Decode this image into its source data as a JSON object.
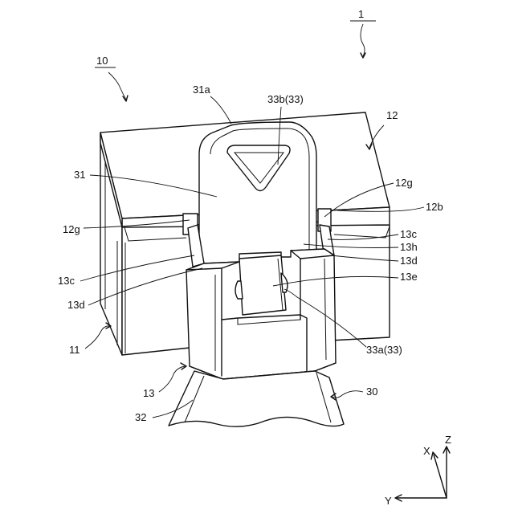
{
  "figure": {
    "labels": {
      "assembly": "1",
      "unit": "10",
      "pull_tab": "31a",
      "tab_hole": "33b(33)",
      "lid": "12",
      "strap": "31",
      "lid_slot_right": "12g",
      "lid_edge": "12b",
      "lid_slot_left": "12g",
      "holder_rib_right": "13c",
      "holder_hole": "13h",
      "holder_wall_right": "13d",
      "holder_window": "13e",
      "holder_rib_left": "13c",
      "holder_wall_left": "13d",
      "case": "11",
      "engage_hole": "33a(33)",
      "holder": "13",
      "belt": "30",
      "belt_part": "32"
    },
    "axes": {
      "x": "X",
      "y": "Y",
      "z": "Z"
    }
  }
}
